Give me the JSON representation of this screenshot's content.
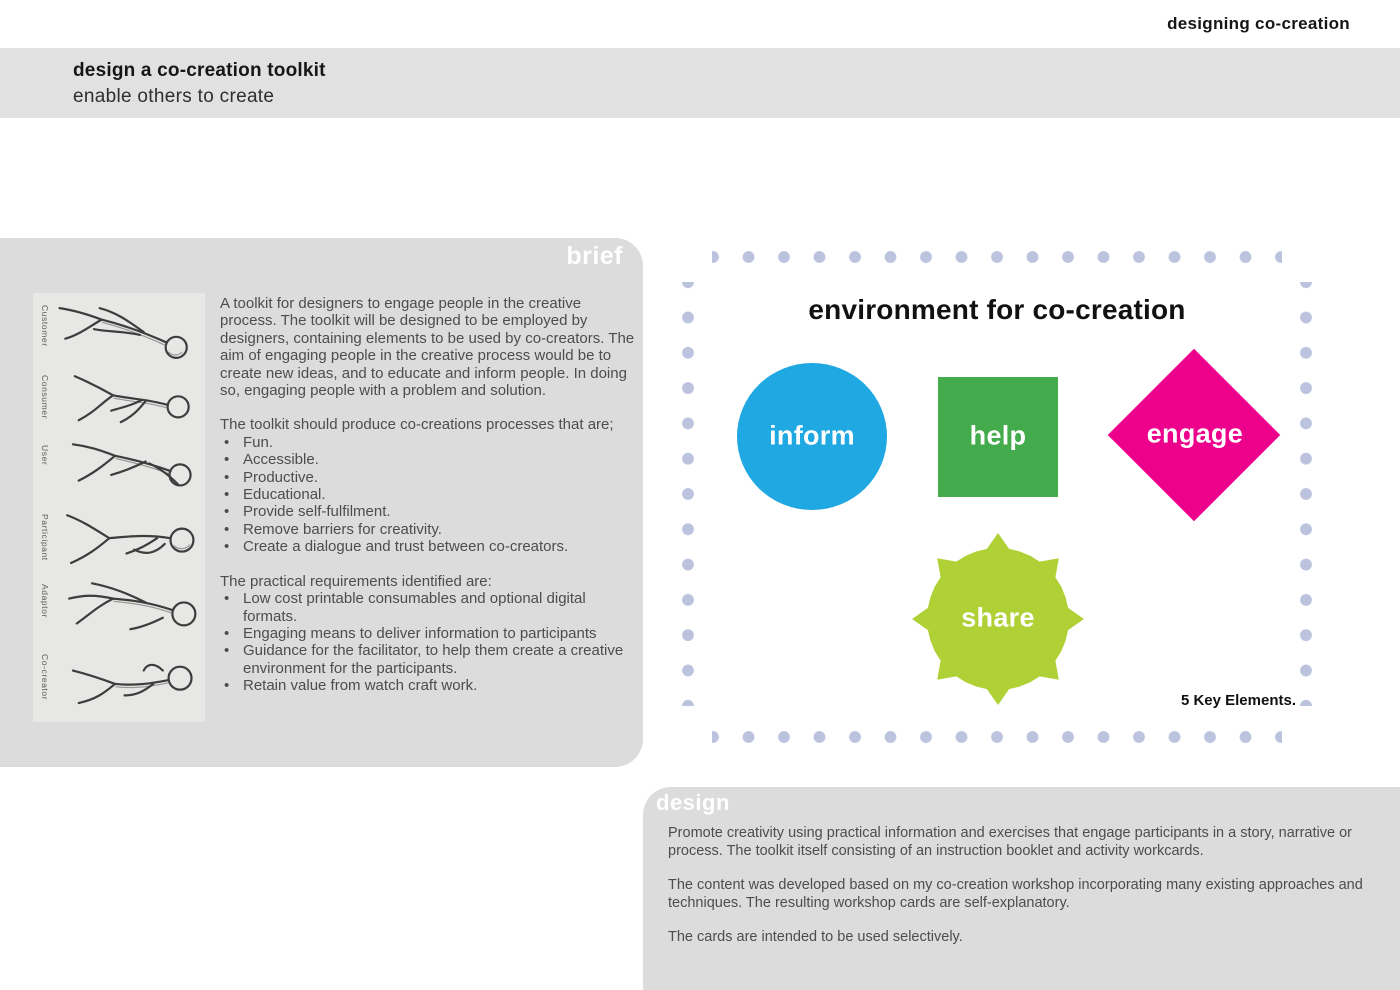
{
  "page": {
    "brand": "designing co-creation"
  },
  "header": {
    "title": "design a co-creation toolkit",
    "subtitle": "enable others to create"
  },
  "brief": {
    "label": "brief",
    "personas": [
      "Customer",
      "Consumer",
      "User",
      "Participant",
      "Adaptor",
      "Co-creator"
    ],
    "paragraph1": "A toolkit for designers to engage people in the creative process.  The toolkit will be designed to be employed by designers, containing elements to be used by co-creators. The aim of engaging people in the creative process would be to create new ideas, and to educate and inform people.  In doing so, engaging people with a problem and solution.",
    "list1_intro": "The toolkit should produce co-creations processes that are;",
    "list1": [
      "Fun.",
      "Accessible.",
      "Productive.",
      "Educational.",
      "Provide self-fulfilment.",
      "Remove barriers for creativity.",
      "Create a dialogue and trust between co-creators."
    ],
    "list2_intro": "The practical requirements identified are:",
    "list2": [
      "Low cost printable consumables and optional digital formats.",
      "Engaging means to deliver information to participants",
      "Guidance for the facilitator, to help them create a creative environment for the participants.",
      "Retain value from watch craft work."
    ]
  },
  "environment": {
    "title": "environment for co-creation",
    "caption": "5 Key Elements.",
    "dot_color": "#bcc3de",
    "elements": [
      {
        "label": "inform",
        "shape": "circle",
        "color": "#1fa8e1"
      },
      {
        "label": "help",
        "shape": "square",
        "color": "#43ab4b"
      },
      {
        "label": "engage",
        "shape": "diamond",
        "color": "#ec008c"
      },
      {
        "label": "share",
        "shape": "star",
        "color": "#afd135"
      }
    ]
  },
  "design": {
    "label": "design",
    "paragraphs": [
      "Promote creativity using practical information and exercises that engage participants in a story, narrative or process.  The toolkit itself consisting of an instruction booklet and activity workcards.",
      "The content was developed based on my co-creation workshop incorporating many existing approaches and techniques.  The resulting workshop cards are self-explanatory.",
      "The cards are intended to be used selectively."
    ]
  }
}
